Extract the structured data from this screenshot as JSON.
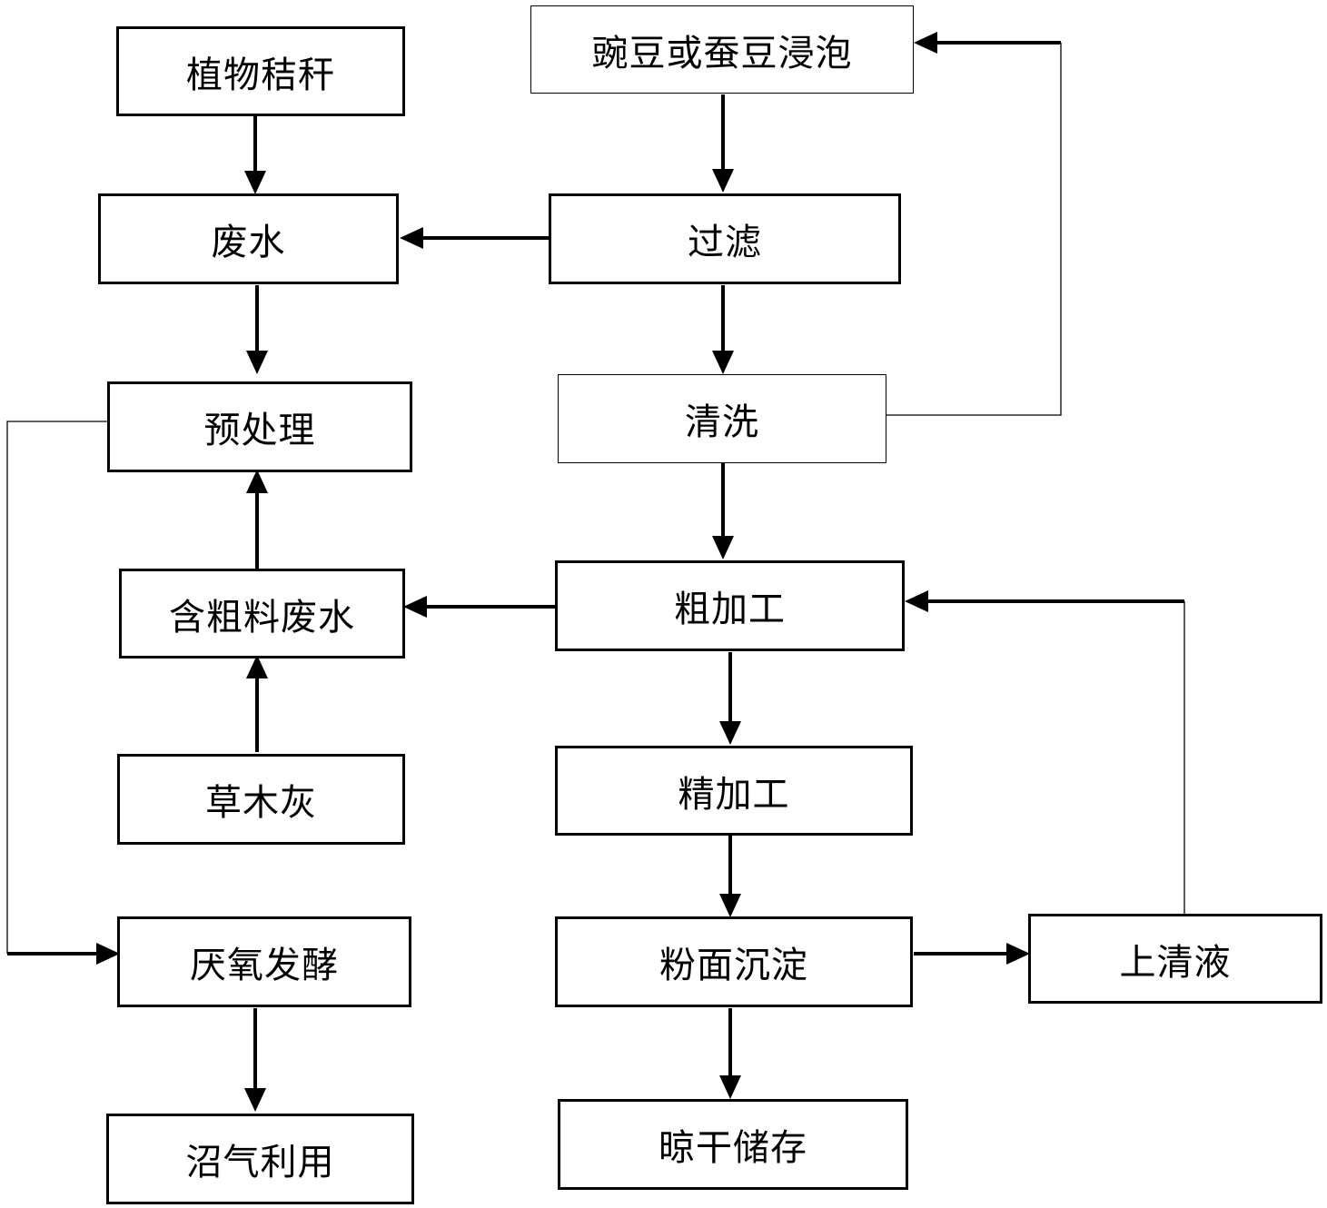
{
  "diagram": {
    "nodes": {
      "zhiwu_jiegan": "植物秸秆",
      "feishui": "废水",
      "yuchuli": "预处理",
      "han_culiao_feishui": "含粗料废水",
      "caomuhui": "草木灰",
      "yanyang_fajiao": "厌氧发酵",
      "zhaoqi_liyong": "沼气利用",
      "jinpao": "豌豆或蚕豆浸泡",
      "guolv": "过滤",
      "qingxi": "清洗",
      "cujiagong": "粗加工",
      "jingjiagong": "精加工",
      "fenmian_chendian": "粉面沉淀",
      "shangqingye": "上清液",
      "lianggan_chucun": "晾干储存"
    },
    "colors": {
      "stroke": "#000000",
      "background": "#ffffff"
    }
  }
}
